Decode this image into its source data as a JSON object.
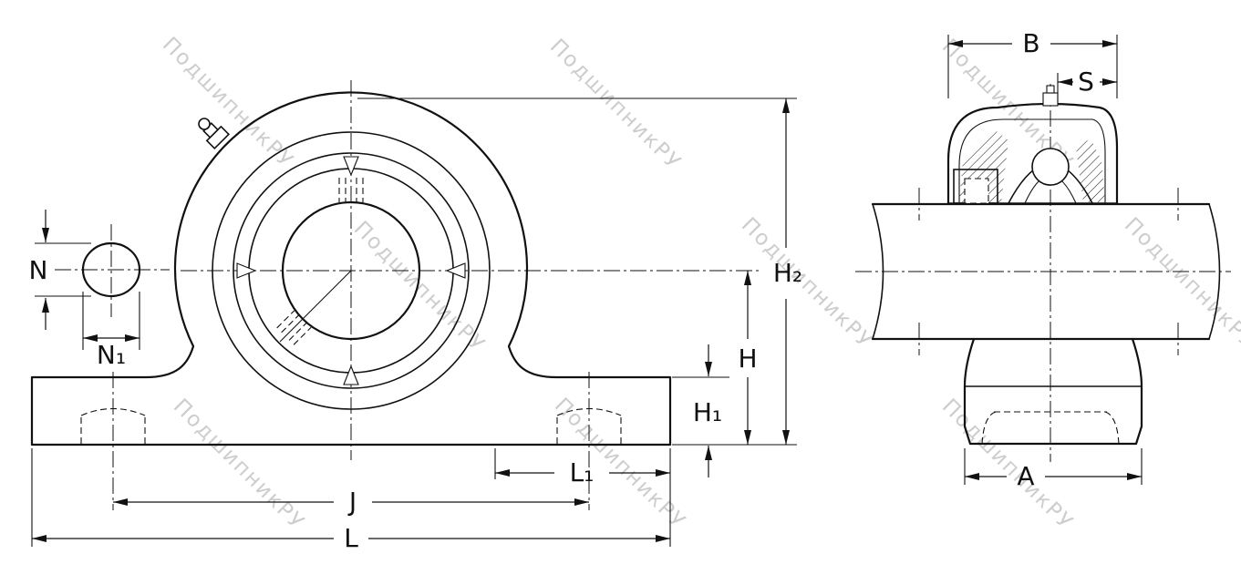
{
  "watermark": {
    "text": "ПодшипникРУ",
    "color": "#c5c5c5"
  },
  "colors": {
    "line": "#111111",
    "background": "#ffffff"
  },
  "views": {
    "front": {
      "labels": {
        "N": "N",
        "N1": "N₁",
        "H2": "H₂",
        "H": "H",
        "H1": "H₁",
        "L1": "L₁",
        "J": "J",
        "L": "L"
      }
    },
    "side": {
      "labels": {
        "B": "B",
        "S": "S",
        "A": "A"
      }
    }
  }
}
